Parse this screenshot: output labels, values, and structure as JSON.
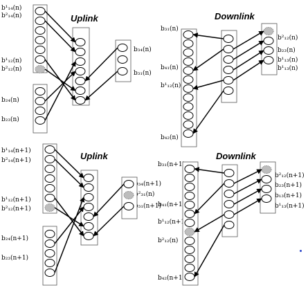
{
  "panels": [
    {
      "id": "uplink-n",
      "title": "Uplink",
      "labels": [
        "b¹₁₄(n)",
        "b²₁₄(n)",
        "b¹₁₂(n)",
        "b²₁₂(n)",
        "b₂₄(n)",
        "b₂₃(n)",
        "b₃₄(n)",
        "b₃₁(n)"
      ]
    },
    {
      "id": "downlink-n",
      "title": "Downlink",
      "labels": [
        "b₃₁(n)",
        "b₄₁(n)",
        "b¹₁₂(n)",
        "b₄₂(n)",
        "b²₁₂(n)",
        "b₂₃(n)",
        "b¹₁₃(n)",
        "b¹₁₃(n)"
      ]
    },
    {
      "id": "uplink-n1",
      "title": "Uplink",
      "labels": [
        "b¹₁₄(n+1)",
        "b²₁₄(n+1)",
        "b¹₁₂(n+1)",
        "b²₁₂(n+1)",
        "b₂₄(n+1)",
        "b₂₃(n+1)",
        "b₃₄(n+1)",
        "b²₃₁(n)",
        "b₃₁(n+1)"
      ]
    },
    {
      "id": "downlink-n1",
      "title": "Downlink",
      "labels": [
        "b₃₁(n+1)",
        "b₄₁(n+1)",
        "b¹₁₂(n+1)",
        "b²₁₂(n)",
        "b₄₂(n+1)",
        "b²₁₂(n+1)",
        "b₂₃(n+1)",
        "b₁₃(n+1)",
        "b¹₁₃(n+1)"
      ]
    }
  ]
}
